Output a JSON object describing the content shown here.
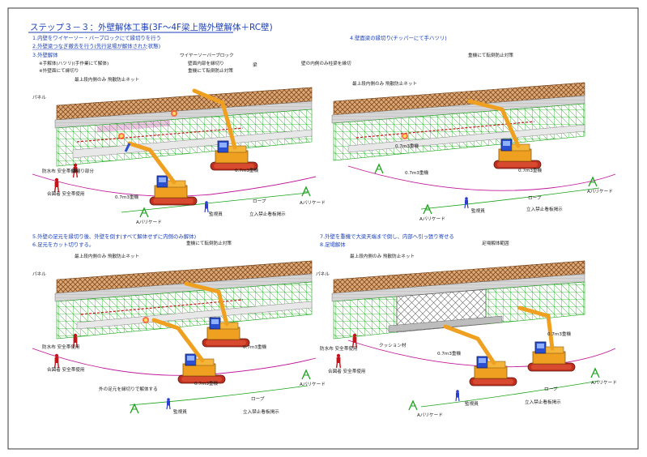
{
  "sheet": {
    "title": "ステップ３－３：外壁解体工事(3F～4F梁上階外壁解体＋RC壁)"
  },
  "colors": {
    "title_blue": "#1a3fb8",
    "note_red": "#c4141a",
    "scaffold_green": "#1aa31a",
    "protection_net": "#b0703a",
    "slab_grey": "#9a9a9a",
    "excavator_orange": "#f0a020",
    "excavator_blue": "#2a4fd0",
    "perimeter_magenta": "#c0189a",
    "fence_pink": "#e08ab8"
  },
  "panels": [
    {
      "step_notes": [
        "1.内壁をワイヤーソー・バーブロックにて縁切りを行う",
        "2.外壁梁つなぎ撤去を行う(先行足場が解体された状態)",
        "3.外壁解体",
        "※手解体(ハツリ)(手作業にて解体)",
        "※外壁面にて縁切り"
      ],
      "labels": {
        "wire_saw": "ワイヤーソーバーブロック",
        "wire_saw_sub1": "壁面内部を縁切り",
        "wire_saw_sub2": "重機にて転倒防止対策",
        "panel": "パネル",
        "beam": "梁",
        "net": "最上段内側のみ 飛散防止ネット",
        "waterproof": "防水布 安全帯使用",
        "cut_edge": "縁切り部分",
        "guide": "合図者 安全帯使用",
        "rope": "ロープ",
        "machine_small": "0.7m3重機",
        "machine_large": "0.7m3重機",
        "barricade_left": "Aバリケード",
        "barricade_right": "Aバリケード",
        "watchman": "監視員",
        "no_entry": "立入禁止看板掲示"
      }
    },
    {
      "step_notes": [
        "4.壁面梁の縁切り(チッパーにて手ハツリ)"
      ],
      "labels": {
        "inner_frame": "壁の内側のみ柱梁を縁切",
        "net_top": "重機にて転倒防止対策",
        "net": "最上段内側のみ 飛散防止ネット",
        "cut_hole": "0.7m3重機",
        "machine": "0.7m3重機",
        "opening": "0.7m3重機",
        "rope": "ロープ",
        "barricade_left": "Aバリケード",
        "barricade_right": "Aバリケード",
        "watchman": "監視員",
        "no_entry": "立入禁止看板掲示"
      }
    },
    {
      "step_notes": [
        "5.外壁の足元を縁切り後、外壁を倒す(すべて解体せずに内側のみ解体)",
        "6.足元をカット切りする。"
      ],
      "labels": {
        "note_top": "重機にて転倒防止対策",
        "net": "最上段内側のみ 飛散防止ネット",
        "panel": "パネル",
        "waterproof": "防水布 安全帯使用",
        "guide": "合図者 安全帯使用",
        "foot_cut": "外の足元を縁切りで解体する",
        "machine_a": "0.7m3重機",
        "machine_b": "0.7m3重機",
        "rope": "ロープ",
        "barricade": "Aバリケード",
        "watchman": "監視員",
        "no_entry": "立入禁止看板掲示"
      }
    },
    {
      "step_notes": [
        "7.外壁を重機で大梁天端まで倒し、内部へ引っ張り寄せる",
        "8.足場解体"
      ],
      "labels": {
        "scaffold_removed": "足場解体範囲",
        "net": "最上段内側のみ 飛散防止ネット",
        "panel": "パネル",
        "waterproof": "防水布 安全帯使用",
        "guide": "合図者 安全帯使用",
        "cushion": "クッション材",
        "machine_a": "0.7m3重機",
        "machine_b": "0.7m3重機",
        "rope": "ロープ",
        "barricade_left": "Aバリケード",
        "barricade_right": "Aバリケード",
        "watchman": "監視員",
        "no_entry": "立入禁止看板掲示"
      }
    }
  ]
}
